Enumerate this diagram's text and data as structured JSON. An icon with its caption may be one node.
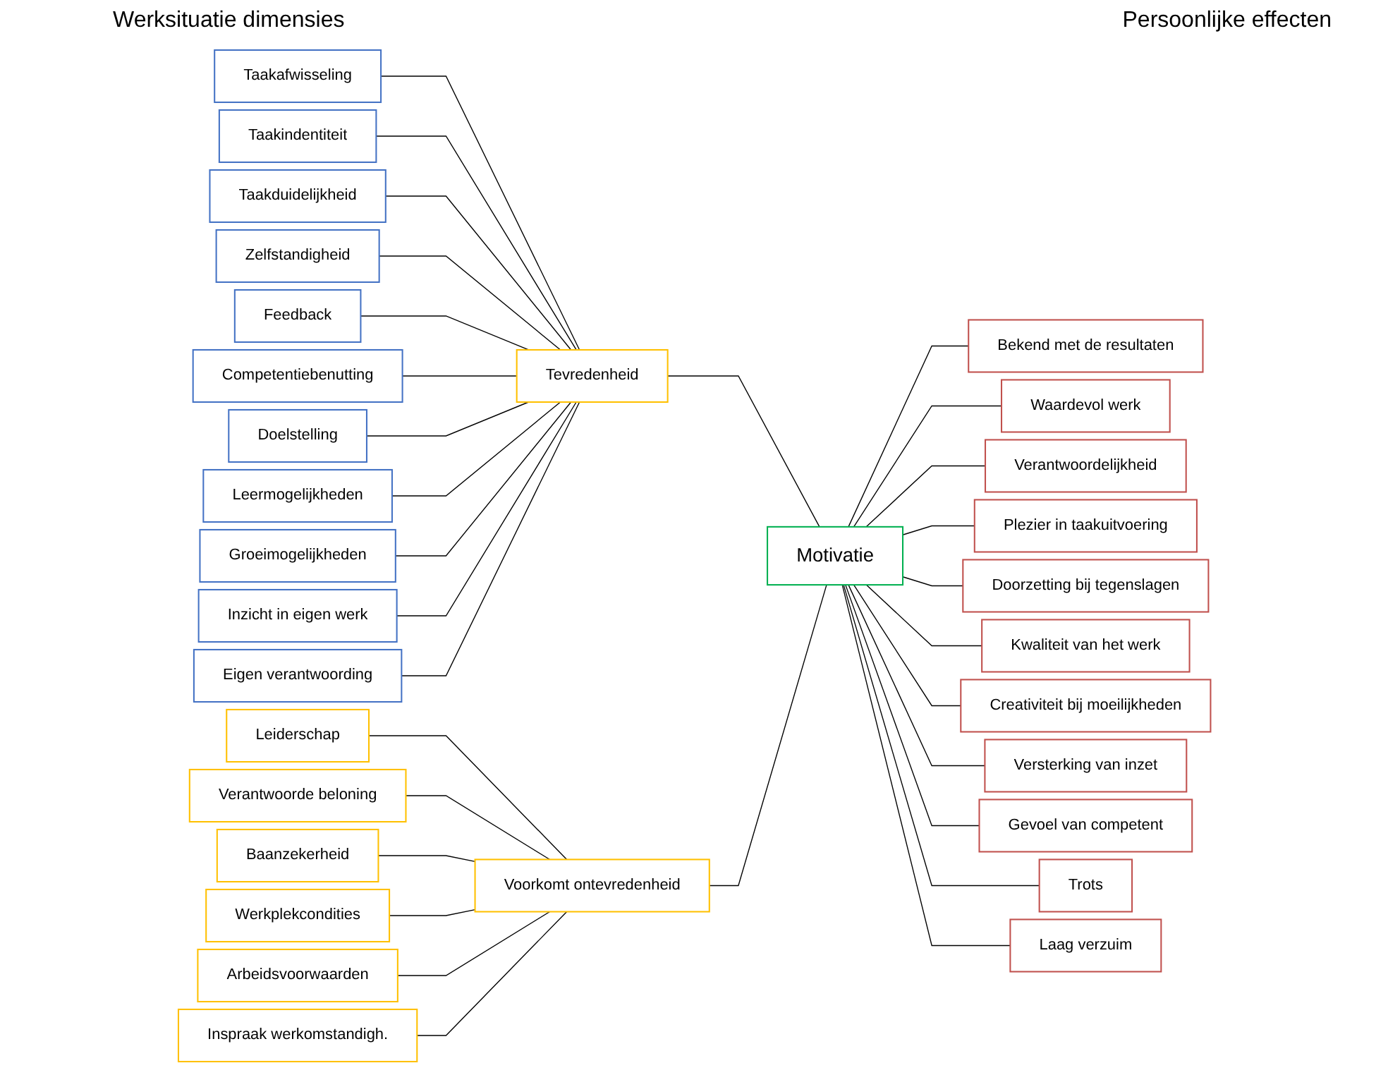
{
  "diagram": {
    "nodes": [
      {
        "text": [
          "Taakafwisseling"
        ]
      },
      {
        "text": [
          "Taakindentiteit"
        ]
      },
      {
        "text": [
          "Taakduidelijkheid"
        ]
      },
      {
        "text": [
          "Zelfstandigheid"
        ]
      },
      {
        "text": [
          "Feedback"
        ]
      },
      {
        "text": [
          "Competentiebenutting"
        ]
      },
      {
        "text": [
          "Doelstelling"
        ]
      },
      {
        "text": [
          "Leermogelijkheden"
        ]
      },
      {
        "text": [
          "Groeimogelijkheden"
        ]
      },
      {
        "text": [
          "Inzicht in eigen werk"
        ]
      },
      {
        "text": [
          "Eigen verantwoording"
        ]
      },
      {
        "text": [
          "Leiderschap"
        ]
      },
      {
        "text": [
          "Verantwoorde beloning"
        ]
      },
      {
        "text": [
          "Baanzekerheid"
        ]
      },
      {
        "text": [
          "Werkplekcondities"
        ]
      },
      {
        "text": [
          "Arbeidsvoorwaarden"
        ]
      },
      {
        "text": [
          "Inspraak werkomstandigh."
        ]
      },
      {
        "text": [
          "Tevredenheid"
        ]
      },
      {
        "text": [
          "Voorkomt ontevredenheid"
        ]
      },
      {
        "text": [
          "Motivatie"
        ]
      },
      {
        "text": [
          "Bekend met de resultaten"
        ]
      },
      {
        "text": [
          "Waardevol werk"
        ]
      },
      {
        "text": [
          "Verantwoordelijkheid"
        ]
      },
      {
        "text": [
          "Plezier in taakuitvoering"
        ]
      },
      {
        "text": [
          "Doorzetting bij tegenslagen"
        ]
      },
      {
        "text": [
          "Kwaliteit van het werk"
        ]
      },
      {
        "text": [
          "Creativiteit bij moeilijkheden"
        ]
      },
      {
        "text": [
          "Versterking van inzet"
        ]
      },
      {
        "text": [
          "Gevoel van competent"
        ]
      },
      {
        "text": [
          "Trots"
        ]
      },
      {
        "text": [
          "Laag verzuim"
        ]
      }
    ],
    "edges": [
      {
        "from": 0,
        "to": 17,
        "arrow": "none"
      },
      {
        "from": 1,
        "to": 17,
        "arrow": "none"
      },
      {
        "from": 2,
        "to": 17,
        "arrow": "none"
      },
      {
        "from": 3,
        "to": 17,
        "arrow": "none"
      },
      {
        "from": 4,
        "to": 17,
        "arrow": "none"
      },
      {
        "from": 5,
        "to": 17,
        "arrow": "none"
      },
      {
        "from": 6,
        "to": 17,
        "arrow": "none"
      },
      {
        "from": 7,
        "to": 17,
        "arrow": "none"
      },
      {
        "from": 8,
        "to": 17,
        "arrow": "none"
      },
      {
        "from": 9,
        "to": 17,
        "arrow": "none"
      },
      {
        "from": 10,
        "to": 17,
        "arrow": "none"
      },
      {
        "from": 11,
        "to": 18,
        "arrow": "none"
      },
      {
        "from": 12,
        "to": 18,
        "arrow": "none"
      },
      {
        "from": 13,
        "to": 18,
        "arrow": "none"
      },
      {
        "from": 14,
        "to": 18,
        "arrow": "none"
      },
      {
        "from": 15,
        "to": 18,
        "arrow": "none"
      },
      {
        "from": 16,
        "to": 18,
        "arrow": "none"
      },
      {
        "from": 17,
        "to": 19,
        "arrow": "none"
      },
      {
        "from": 18,
        "to": 19,
        "arrow": "none"
      },
      {
        "from": 19,
        "to": 20,
        "arrow": "none"
      },
      {
        "from": 19,
        "to": 21,
        "arrow": "none"
      },
      {
        "from": 19,
        "to": 22,
        "arrow": "none"
      },
      {
        "from": 19,
        "to": 23,
        "arrow": "none"
      },
      {
        "from": 19,
        "to": 24,
        "arrow": "none"
      },
      {
        "from": 19,
        "to": 25,
        "arrow": "none"
      },
      {
        "from": 19,
        "to": 26,
        "arrow": "none"
      },
      {
        "from": 19,
        "to": 27,
        "arrow": "none"
      },
      {
        "from": 19,
        "to": 28,
        "arrow": "none"
      },
      {
        "from": 19,
        "to": 29,
        "arrow": "none"
      },
      {
        "from": 19,
        "to": 30,
        "arrow": "none"
      }
    ],
    "labels": [
      "Werksituatie dimensies",
      "Persoonlijke effecten"
    ]
  }
}
